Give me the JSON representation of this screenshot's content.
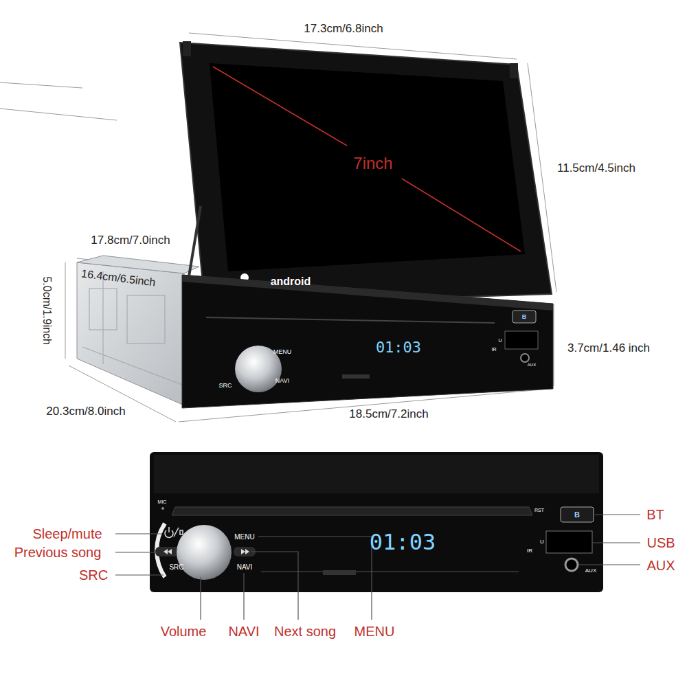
{
  "diagram": {
    "labels": [
      "17.3cm/6.8inch",
      "11.5cm/4.5inch",
      "7inch",
      "17.8cm/7.0inch",
      "16.4cm/6.5inch",
      "5.0cm/1.9inch",
      "3.7cm/1.46 inch",
      "20.3cm/8.0inch",
      "18.5cm/7.2inch",
      "android",
      "01:03",
      "MENU",
      "NAVI",
      "SRC",
      "B",
      "U",
      "IR",
      "AUX",
      "MIC",
      "RST",
      "B",
      "MENU",
      "01:03",
      "U",
      "IR",
      "SRC",
      "NAVI",
      "AUX",
      "Sleep/mute",
      "Previous song",
      "SRC",
      "BT",
      "USB",
      "AUX",
      "Volume",
      "NAVI",
      "Next song",
      "MENU"
    ]
  }
}
